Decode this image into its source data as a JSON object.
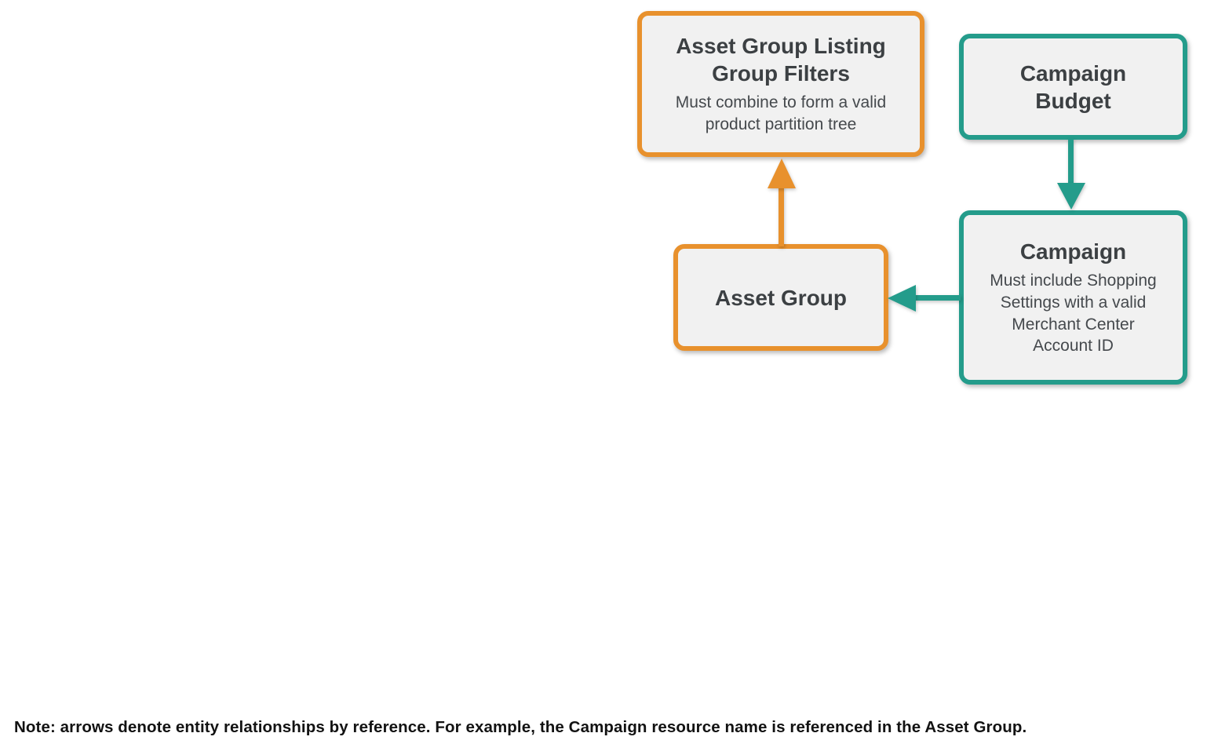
{
  "diagram": {
    "nodes": {
      "listing_filters": {
        "title": "Asset Group Listing Group Filters",
        "subtitle": "Must combine to form a valid product partition tree",
        "accent_color": "#E8912D"
      },
      "campaign_budget": {
        "title": "Campaign Budget",
        "accent_color": "#249C8B"
      },
      "asset_group": {
        "title": "Asset Group",
        "accent_color": "#E8912D"
      },
      "campaign": {
        "title": "Campaign",
        "subtitle": "Must include Shopping Settings with a valid Merchant Center Account ID",
        "accent_color": "#249C8B"
      }
    },
    "edges": [
      {
        "from": "asset_group",
        "to": "listing_filters",
        "direction": "up",
        "color": "#E8912D"
      },
      {
        "from": "campaign_budget",
        "to": "campaign",
        "direction": "down",
        "color": "#249C8B"
      },
      {
        "from": "campaign",
        "to": "asset_group",
        "direction": "left",
        "color": "#249C8B"
      }
    ],
    "colors": {
      "orange_accent": "#E8912D",
      "teal_accent": "#249C8B",
      "node_fill": "#F1F1F1",
      "title_text": "#3C4043",
      "subtitle_text": "#45494D",
      "background": "#FFFFFF"
    },
    "note": "Note: arrows denote entity relationships by reference. For example, the Campaign resource name is referenced in the Asset Group."
  }
}
